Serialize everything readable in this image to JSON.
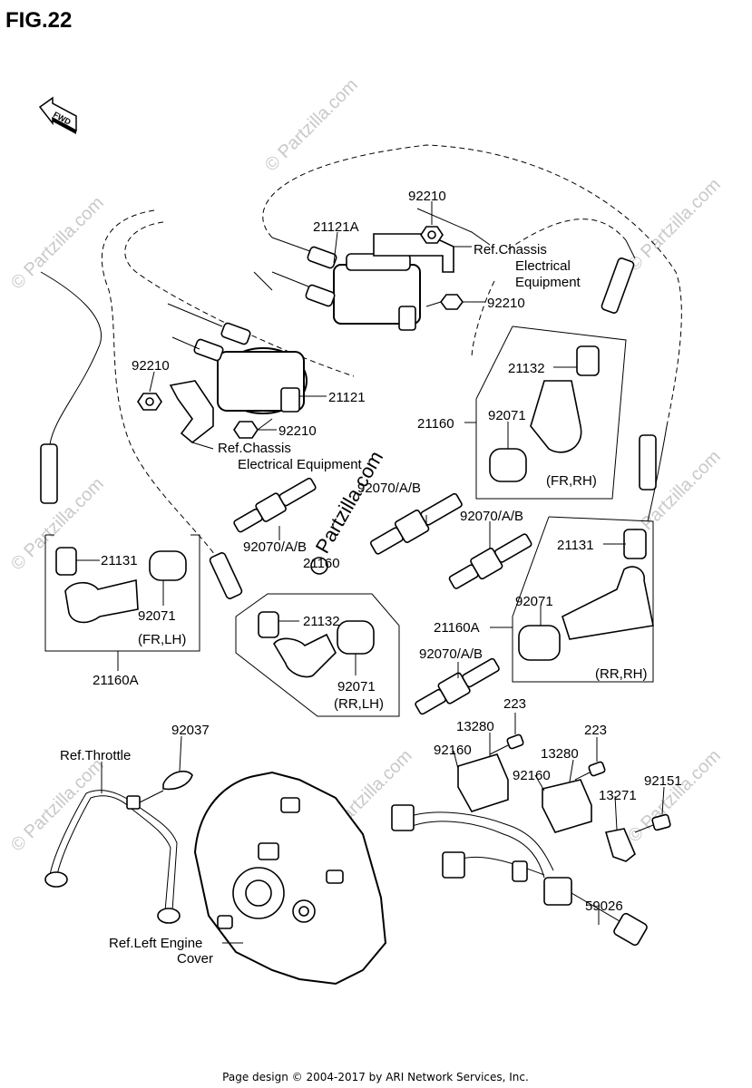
{
  "figure_title": "FIG.22",
  "fwd_label": "FWD",
  "watermark": "© Partzilla.com",
  "brand_watermark": "Partzilla.com",
  "footer": "Page design © 2004-2017 by ARI Network Services, Inc.",
  "parts": {
    "p92210_top": "92210",
    "p21121A": "21121A",
    "ref_chassis_1_line1": "Ref.Chassis",
    "ref_chassis_1_line2": "Electrical",
    "ref_chassis_1_line3": "Equipment",
    "p92210_right": "92210",
    "p92210_left": "92210",
    "p21121": "21121",
    "p92210_mid": "92210",
    "ref_chassis_2_line1": "Ref.Chassis",
    "ref_chassis_2_line2": "Electrical Equipment",
    "p21132_fr_rh": "21132",
    "p21160": "21160",
    "p92071_fr_rh": "92071",
    "fr_rh": "(FR,RH)",
    "p92070_center": "92070/A/B",
    "p92070_left": "92070/A/B",
    "p21160_center": "21160",
    "p92070_right": "92070/A/B",
    "p21131_left": "21131",
    "p92071_left": "92071",
    "fr_lh": "(FR,LH)",
    "p21160A_left": "21160A",
    "p21132_rr_lh": "21132",
    "p92071_rr_lh": "92071",
    "rr_lh": "(RR,LH)",
    "p21131_right": "21131",
    "p92071_rr_rh": "92071",
    "p21160A_right": "21160A",
    "rr_rh": "(RR,RH)",
    "p92070_lower": "92070/A/B",
    "p223_a": "223",
    "p13280_a": "13280",
    "p223_b": "223",
    "p92037": "92037",
    "ref_throttle": "Ref.Throttle",
    "p92160_a": "92160",
    "p13280_b": "13280",
    "p92160_b": "92160",
    "p92151": "92151",
    "p13271": "13271",
    "p59026": "59026",
    "ref_left_engine_line1": "Ref.Left Engine",
    "ref_left_engine_line2": "Cover"
  }
}
